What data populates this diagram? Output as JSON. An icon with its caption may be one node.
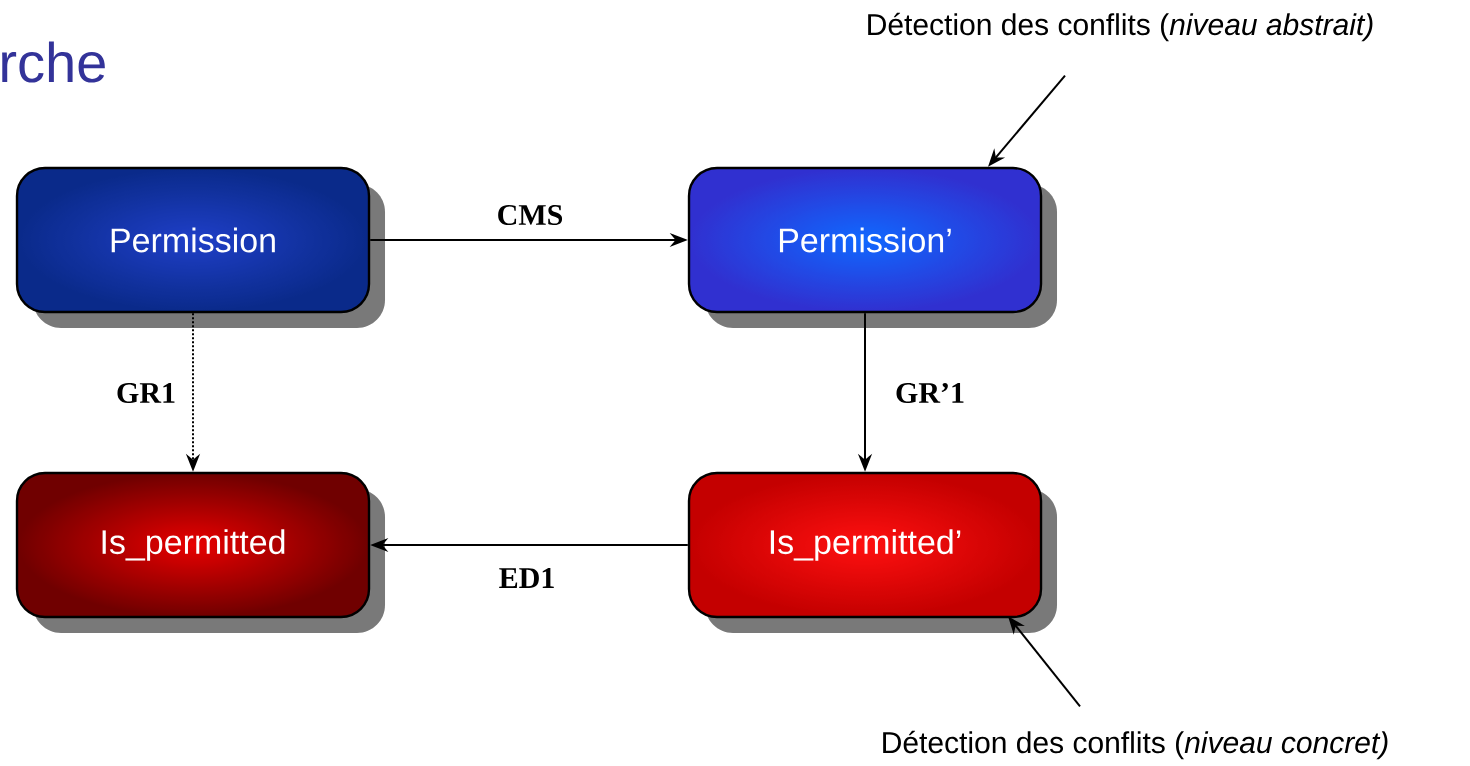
{
  "diagram": {
    "title": "rche",
    "nodes": [
      {
        "text": [
          "Permission"
        ]
      },
      {
        "text": [
          "Permission’"
        ]
      },
      {
        "text": [
          "Is_permitted"
        ]
      },
      {
        "text": [
          "Is_permitted’"
        ]
      },
      {
        "text": [
          "Détection des conflits (*niveau abstrait)*"
        ]
      },
      {
        "text": [
          "Détection des conflits (*niveau concret)*"
        ]
      }
    ],
    "edges": [
      {
        "from": 0,
        "to": 1,
        "arrow": "to",
        "label": "CMS"
      },
      {
        "from": 0,
        "to": 2,
        "arrow": "to",
        "label": "GR1",
        "style": "dashed"
      },
      {
        "from": 1,
        "to": 3,
        "arrow": "to",
        "label": "GR’1"
      },
      {
        "from": 3,
        "to": 2,
        "arrow": "to",
        "label": "ED1"
      },
      {
        "from": 4,
        "to": 1,
        "arrow": "to"
      },
      {
        "from": 5,
        "to": 3,
        "arrow": "to"
      }
    ]
  }
}
